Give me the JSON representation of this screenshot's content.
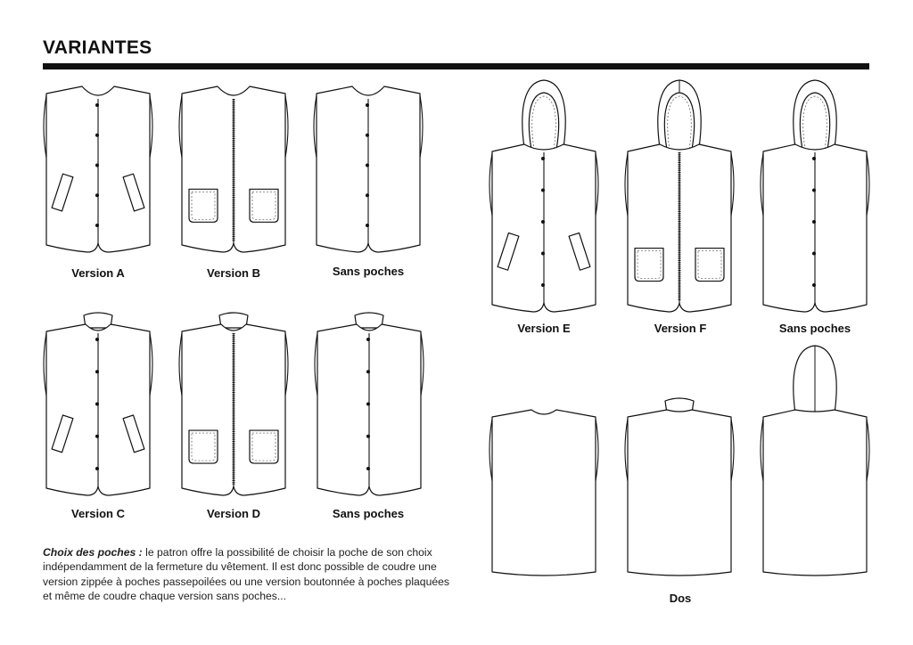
{
  "title": "VARIANTES",
  "labels": {
    "a": "Version A",
    "b": "Version B",
    "s1": "Sans poches",
    "c": "Version C",
    "d": "Version D",
    "s2": "Sans poches",
    "e": "Version E",
    "f": "Version F",
    "s3": "Sans poches",
    "dos": "Dos"
  },
  "note": {
    "lead": "Choix des poches :",
    "text": " le patron offre la possibilité de choisir la poche de son choix indépendamment de la fermeture du vêtement. Il est donc possible de coudre une version zippée à poches passepoilées ou une version boutonnée à poches plaquées et même de coudre chaque version sans poches..."
  }
}
